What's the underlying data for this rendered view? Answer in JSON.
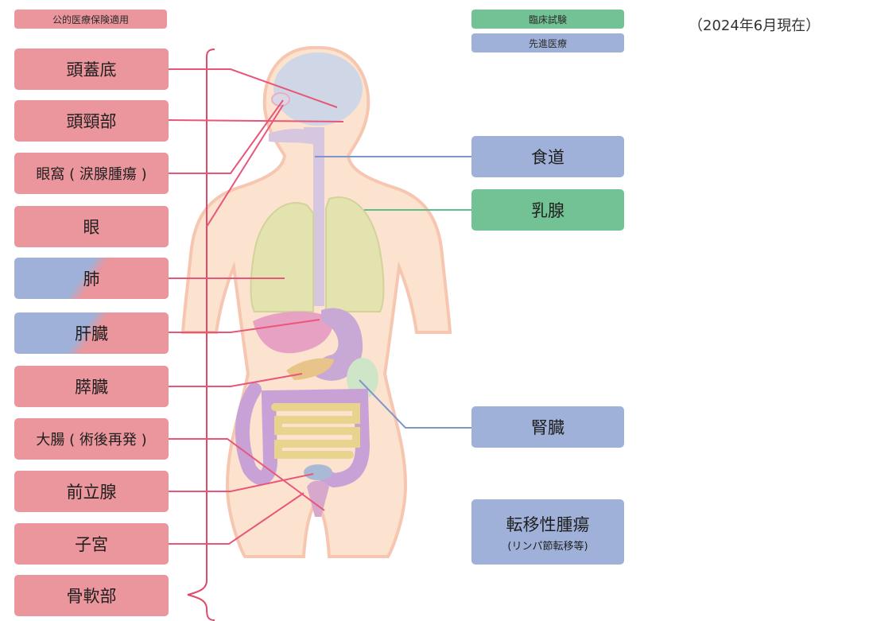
{
  "legend": {
    "public_insurance": "公的医療保険適用",
    "clinical_trial": "臨床試験",
    "advanced_medicine": "先進医療"
  },
  "as_of": "（2024年6月現在）",
  "colors": {
    "public_insurance": "#eb959c",
    "clinical_trial": "#73c295",
    "advanced_medicine": "#9fb1d8"
  },
  "left_sites": [
    {
      "label": "頭蓋底",
      "category": "public_insurance"
    },
    {
      "label": "頭頸部",
      "category": "public_insurance"
    },
    {
      "label": "眼窩 ( 涙腺腫瘍 )",
      "category": "public_insurance"
    },
    {
      "label": "眼",
      "category": "public_insurance"
    },
    {
      "label": "肺",
      "category": "advanced_medicine+public_insurance"
    },
    {
      "label": "肝臓",
      "category": "advanced_medicine+public_insurance"
    },
    {
      "label": "膵臓",
      "category": "public_insurance"
    },
    {
      "label": "大腸 ( 術後再発 )",
      "category": "public_insurance"
    },
    {
      "label": "前立腺",
      "category": "public_insurance"
    },
    {
      "label": "子宮",
      "category": "public_insurance"
    },
    {
      "label": "骨軟部",
      "category": "public_insurance"
    }
  ],
  "right_sites": [
    {
      "label": "食道",
      "category": "advanced_medicine"
    },
    {
      "label": "乳腺",
      "category": "clinical_trial"
    },
    {
      "label": "腎臓",
      "category": "advanced_medicine"
    },
    {
      "label": "転移性腫瘍",
      "sublabel": "(リンパ節転移等)",
      "category": "advanced_medicine"
    }
  ]
}
